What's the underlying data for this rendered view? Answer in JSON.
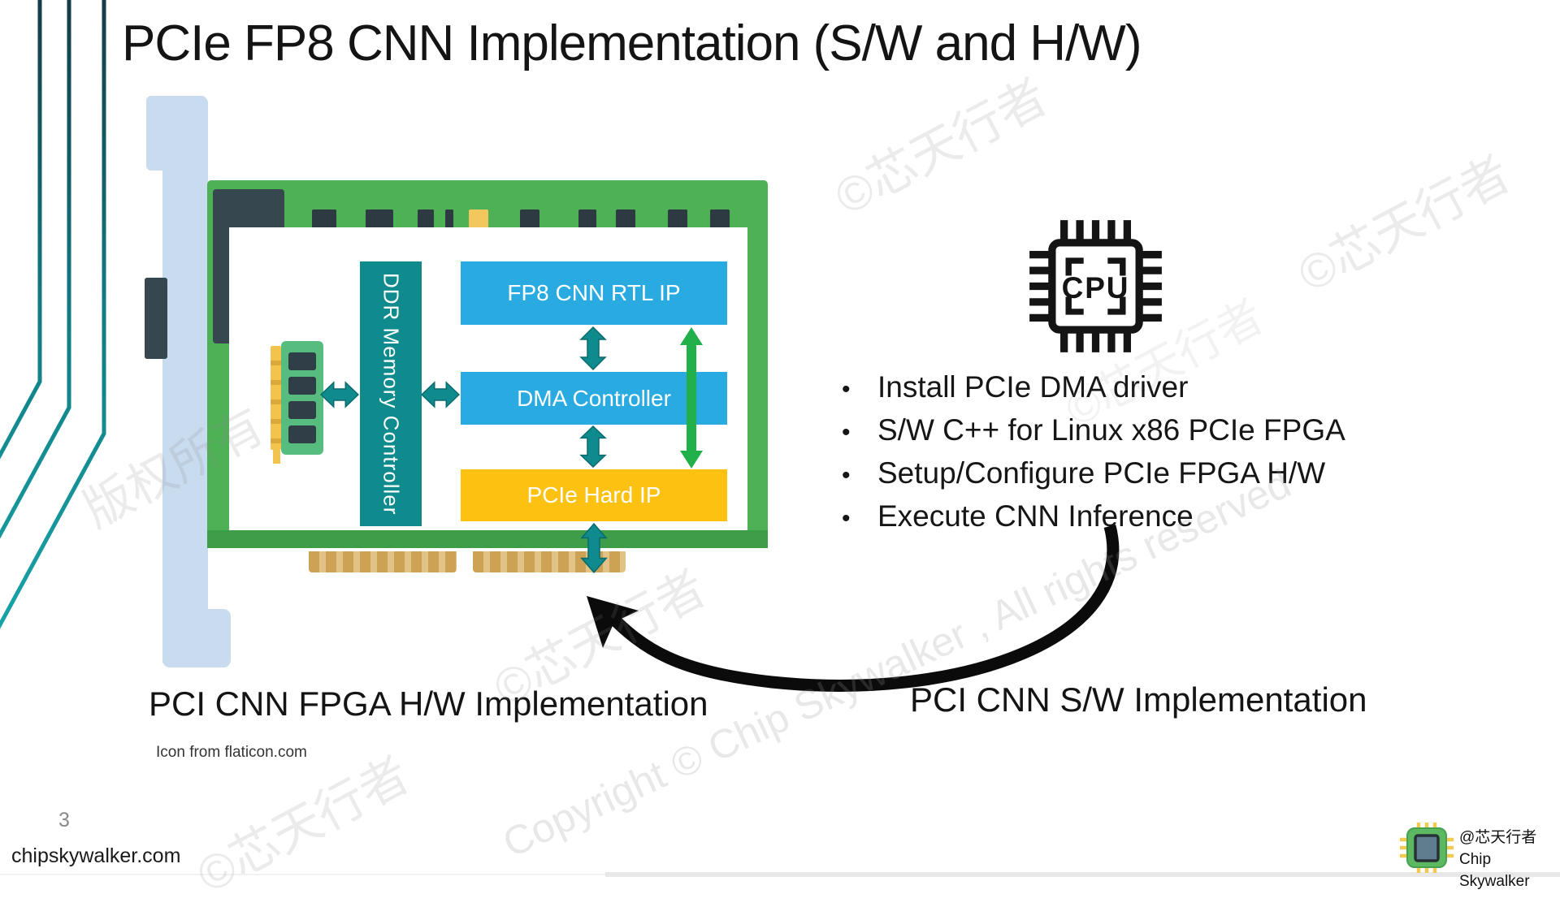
{
  "slide": {
    "title": "PCIe FP8 CNN Implementation (S/W and H/W)",
    "page_number": "3",
    "site": "chipskywalker.com",
    "icon_credit": "Icon from flaticon.com"
  },
  "hw_diagram": {
    "caption": "PCI CNN FPGA H/W Implementation",
    "blocks": {
      "ddr": {
        "label": "DDR Memory Controller",
        "color": "#0F8B8E"
      },
      "fp8": {
        "label": "FP8 CNN RTL IP",
        "color": "#29ABE2"
      },
      "dma": {
        "label": "DMA Controller",
        "color": "#29ABE2"
      },
      "pcie_hard_ip": {
        "label": "PCIe Hard IP",
        "color": "#FDC112"
      }
    },
    "board_color": "#4FB156",
    "arrow_color": "#0F8B8E",
    "bypass_arrow_color": "#22B04B"
  },
  "sw_section": {
    "caption": "PCI CNN S/W Implementation",
    "cpu_icon_text": "CPU",
    "steps": [
      "Install PCIe DMA driver",
      "S/W C++ for Linux x86 PCIe FPGA",
      "Setup/Configure PCIe FPGA H/W",
      "Execute CNN Inference"
    ]
  },
  "branding": {
    "handle": "@芯天行者",
    "name": "Chip Skywalker"
  },
  "watermarks": {
    "cn_short": "©芯天行者",
    "cn_partial": "版权所有",
    "en": "Copyright © Chip Skywalker , All rights reserved"
  }
}
